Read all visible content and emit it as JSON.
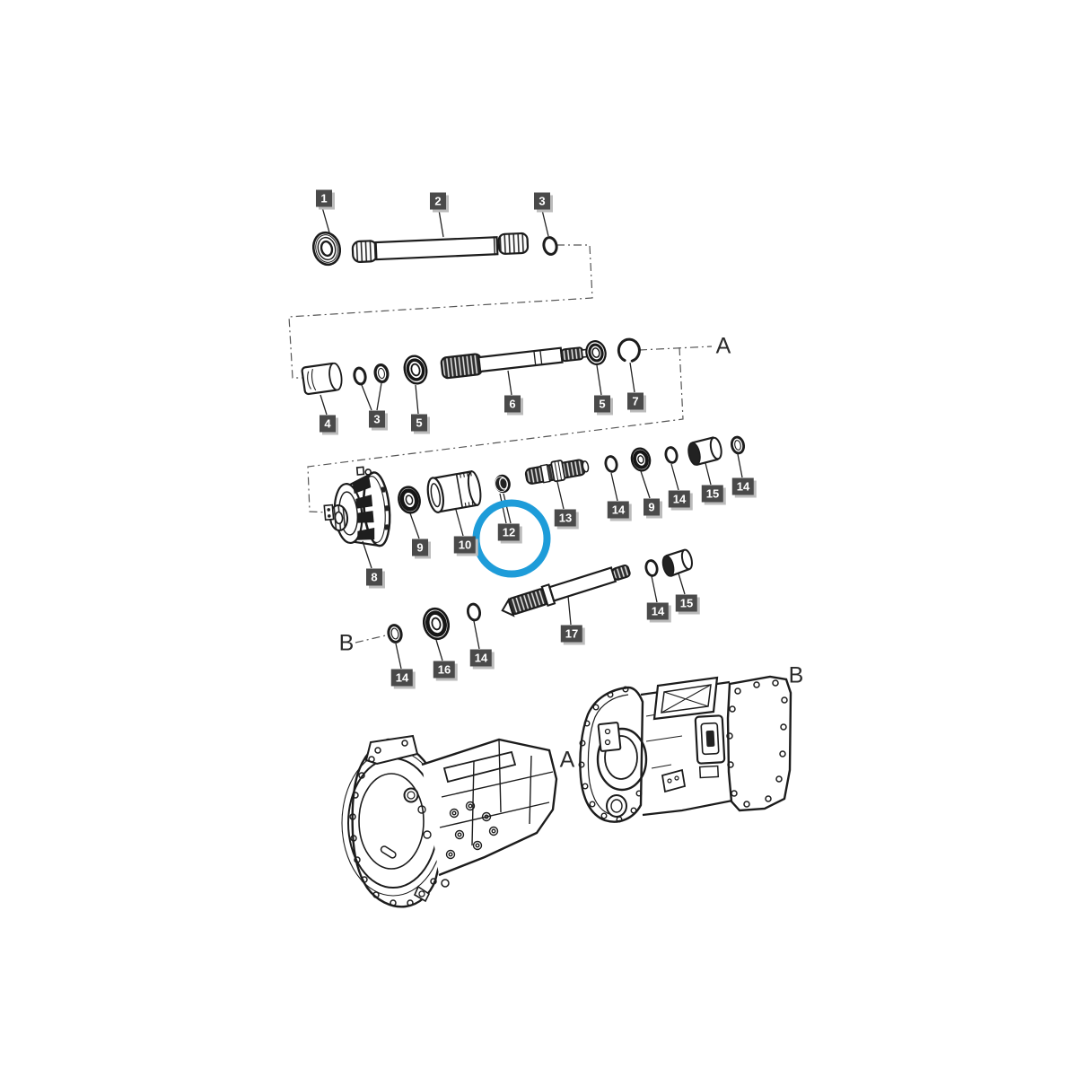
{
  "diagram": {
    "type": "exploded-parts-diagram",
    "description": "tractor-transmission-exploded-view",
    "colors": {
      "background": "#ffffff",
      "line": "#1c1c1c",
      "label_bg": "#4a4a4a",
      "label_text": "#ffffff",
      "highlight": "#1e9cd9"
    },
    "highlight": {
      "circled_part": "12"
    },
    "callouts": [
      {
        "label": "1",
        "part": "ball-bearing"
      },
      {
        "label": "2",
        "part": "splined-shaft"
      },
      {
        "label": "3",
        "part": "o-ring"
      },
      {
        "label": "4",
        "part": "bushing"
      },
      {
        "label": "3",
        "part": "o-ring-pair"
      },
      {
        "label": "5",
        "part": "bearing"
      },
      {
        "label": "6",
        "part": "splined-shaft"
      },
      {
        "label": "5",
        "part": "bearing"
      },
      {
        "label": "7",
        "part": "snap-ring"
      },
      {
        "label": "8",
        "part": "clutch-drum"
      },
      {
        "label": "9",
        "part": "oil-seal"
      },
      {
        "label": "10",
        "part": "coupling-sleeve"
      },
      {
        "label": "12",
        "part": "collar"
      },
      {
        "label": "13",
        "part": "splined-coupling"
      },
      {
        "label": "14",
        "part": "o-ring"
      },
      {
        "label": "9",
        "part": "oil-seal"
      },
      {
        "label": "14",
        "part": "o-ring"
      },
      {
        "label": "15",
        "part": "bushing"
      },
      {
        "label": "14",
        "part": "o-ring"
      },
      {
        "label": "14",
        "part": "o-ring"
      },
      {
        "label": "16",
        "part": "bearing"
      },
      {
        "label": "14",
        "part": "o-ring"
      },
      {
        "label": "17",
        "part": "pto-shaft"
      },
      {
        "label": "14",
        "part": "o-ring"
      },
      {
        "label": "15",
        "part": "bushing"
      }
    ],
    "letters": [
      {
        "label": "A",
        "ref": "subassembly-a"
      },
      {
        "label": "B",
        "ref": "subassembly-b"
      },
      {
        "label": "A",
        "ref": "housing-a-target"
      },
      {
        "label": "B",
        "ref": "housing-b"
      }
    ]
  }
}
